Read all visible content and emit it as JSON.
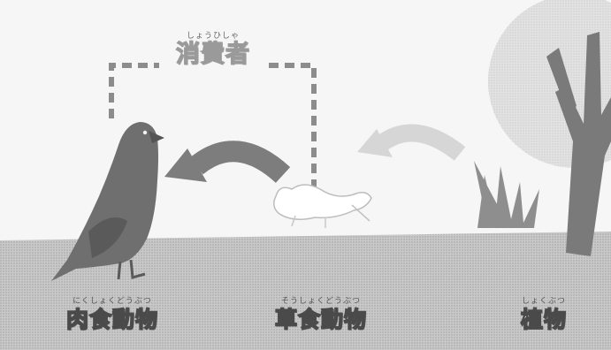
{
  "consumer": {
    "ruby": "しょうひしゃ",
    "label": "消費者"
  },
  "organisms": [
    {
      "ruby": "にくしょくどうぶつ",
      "label": "肉食動物"
    },
    {
      "ruby": "そうしょくどうぶつ",
      "label": "草食動物"
    },
    {
      "ruby": "しょくぶつ",
      "label": "植物"
    }
  ]
}
